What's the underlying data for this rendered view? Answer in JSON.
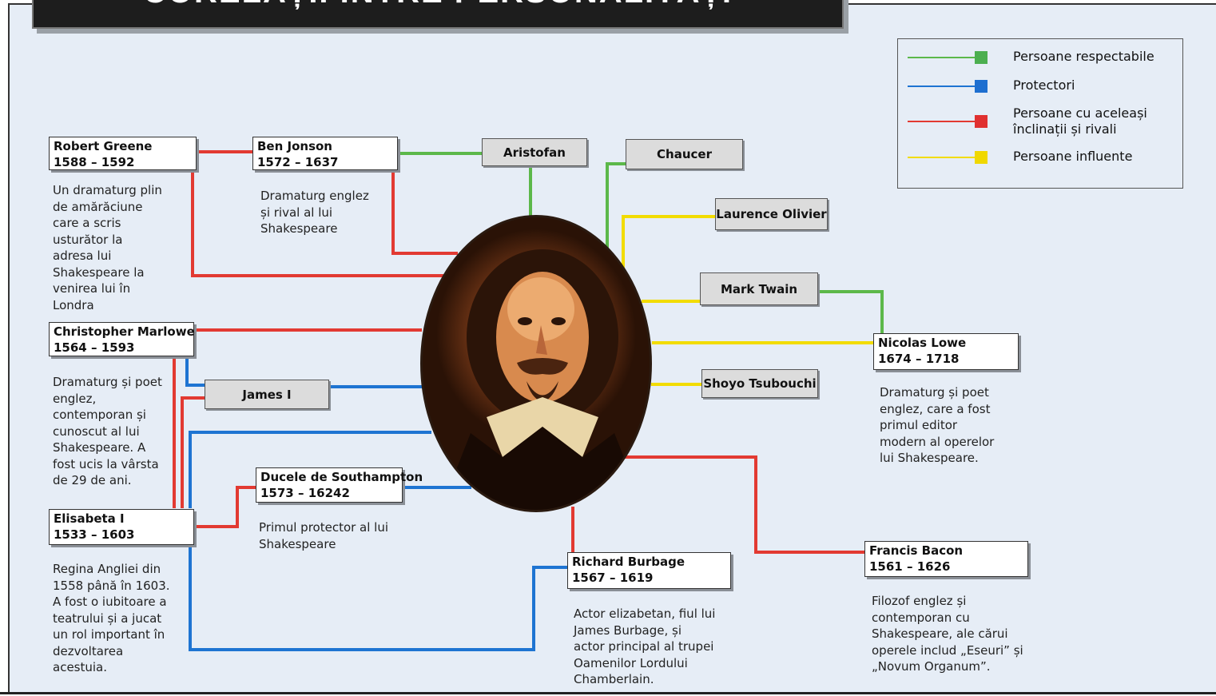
{
  "banner": {
    "title": "CORELAȚII ÎNTRE PERSONALITĂȚI"
  },
  "legend": [
    {
      "label": "Persoane respectabile",
      "color": "#4caf50"
    },
    {
      "label": "Protectori",
      "color": "#1e6fd0"
    },
    {
      "label": "Persoane cu aceleași\nînclinații și rivali",
      "color": "#e03030"
    },
    {
      "label": "Persoane influente",
      "color": "#f0d800"
    }
  ],
  "portrait": {
    "subject": "Shakespeare",
    "icon": "portrait-painting"
  },
  "people": {
    "robert_greene": {
      "name": "Robert Greene",
      "dates": "1588 – 1592",
      "desc": "Un dramaturg plin\nde amărăciune\ncare a scris\nusturător la\nadresa lui\nShakespeare la\nvenirea lui în\nLondra"
    },
    "ben_jonson": {
      "name": "Ben Jonson",
      "dates": "1572 – 1637",
      "desc": "Dramaturg englez\nși rival al lui\nShakespeare"
    },
    "christopher_marlowe": {
      "name": "Christopher Marlowe",
      "dates": "1564 – 1593",
      "desc": "Dramaturg și poet\nenglez,\ncontemporan și\ncunoscut al lui\nShakespeare. A\nfost ucis la vârsta\nde 29 de ani."
    },
    "elisabeta": {
      "name": "Elisabeta I",
      "dates": "1533 – 1603",
      "desc": "Regina Angliei din\n1558 până în 1603.\nA fost o iubitoare a\nteatrului și a jucat\nun rol important în\ndezvoltarea\nacestuia."
    },
    "southampton": {
      "name": "Ducele de Southampton",
      "dates": "1573 – 16242",
      "desc": "Primul protector al lui\nShakespeare"
    },
    "burbage": {
      "name": "Richard Burbage",
      "dates": "1567 – 1619",
      "desc": "Actor elizabetan, fiul lui\nJames Burbage, și\nactor principal al trupei\nOamenilor Lordului\nChamberlain."
    },
    "nicolas_lowe": {
      "name": "Nicolas Lowe",
      "dates": "1674 – 1718",
      "desc": "Dramaturg și poet\nenglez, care a fost\nprimul editor\nmodern al operelor\nlui Shakespeare."
    },
    "francis_bacon": {
      "name": "Francis Bacon",
      "dates": "1561 – 1626",
      "desc": "Filozof englez și\ncontemporan cu\nShakespeare, ale cărui\noperele includ „Eseuri” și\n„Novum Organum”."
    },
    "aristofan": {
      "name": "Aristofan"
    },
    "chaucer": {
      "name": "Chaucer"
    },
    "laurence_olivier": {
      "name": "Laurence Olivier"
    },
    "mark_twain": {
      "name": "Mark Twain"
    },
    "shoyo_tsubouchi": {
      "name": "Shoyo Tsubouchi"
    },
    "james_i": {
      "name": "James I"
    }
  }
}
